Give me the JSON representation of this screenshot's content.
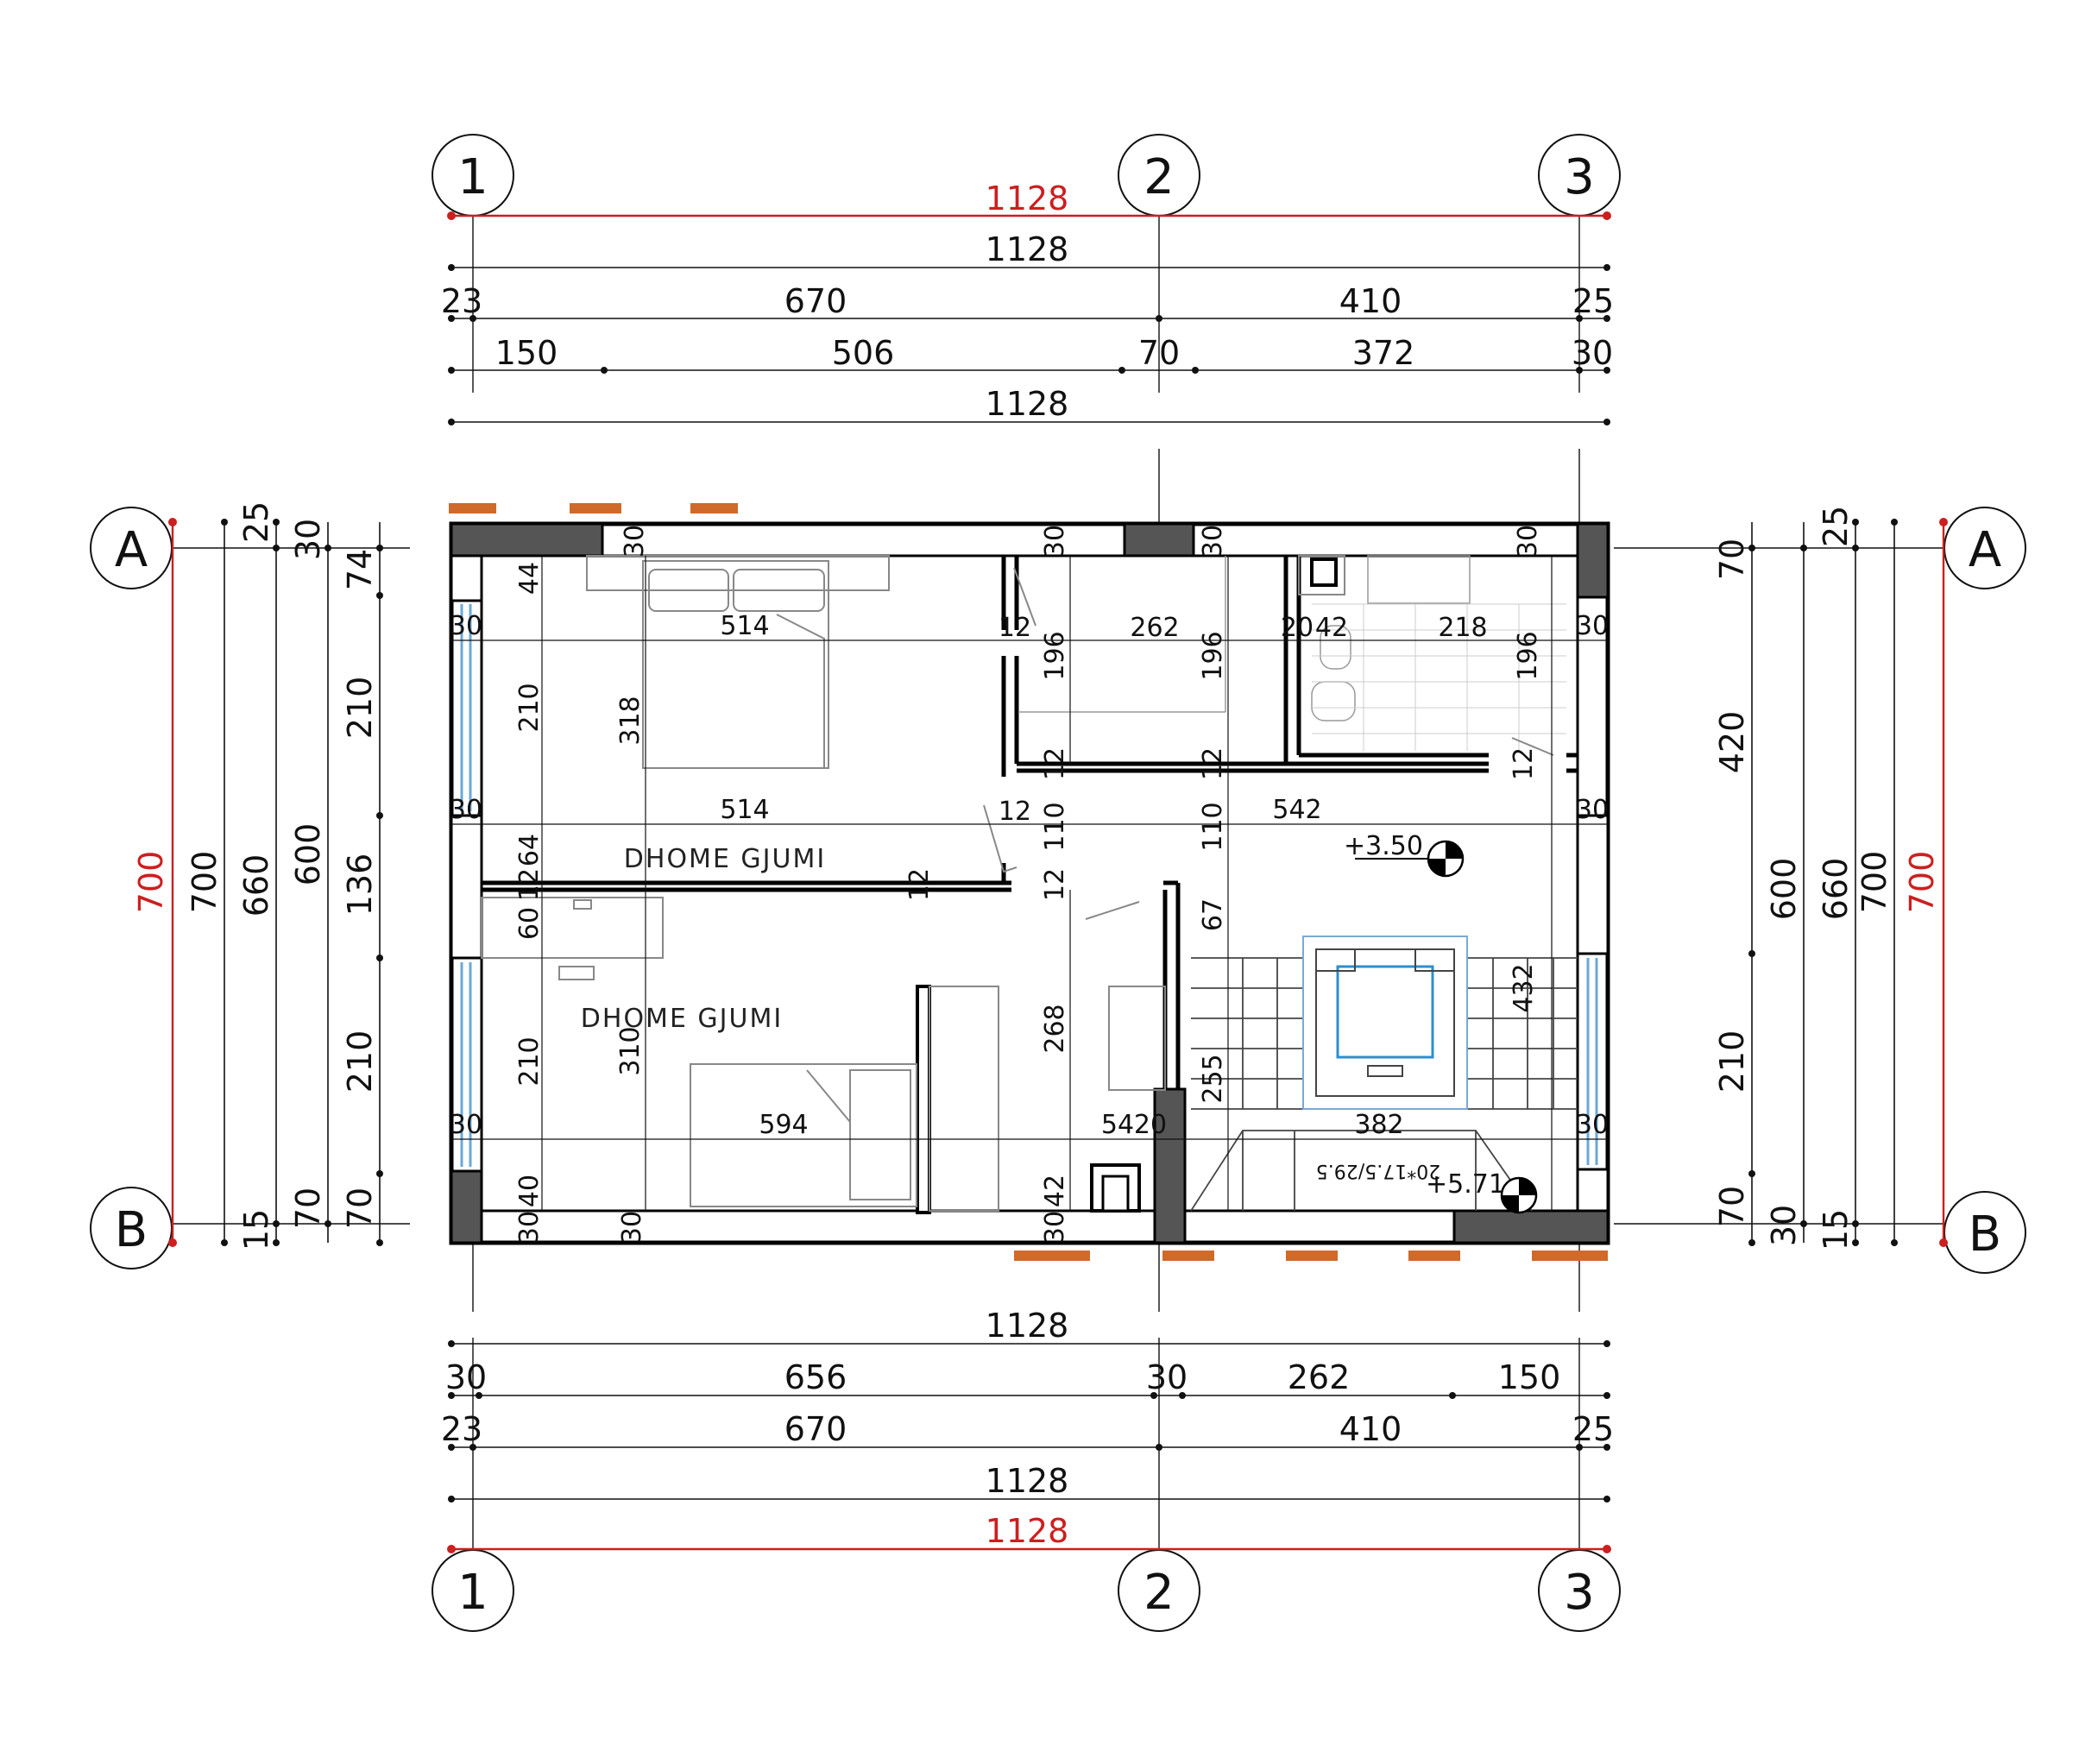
{
  "axes": {
    "columns": [
      "1",
      "2",
      "3"
    ],
    "rows": [
      "A",
      "B"
    ]
  },
  "dims_top": {
    "red_total": "1128",
    "row1_total": "1128",
    "row2": [
      "23",
      "670",
      "410",
      "25"
    ],
    "row3": [
      "150",
      "506",
      "70",
      "372",
      "30"
    ],
    "row4_total": "1128"
  },
  "dims_bottom": {
    "row1_total": "1128",
    "row2": [
      "30",
      "656",
      "30",
      "262",
      "150"
    ],
    "row3": [
      "23",
      "670",
      "410",
      "25"
    ],
    "row4_total": "1128",
    "red_total": "1128"
  },
  "dims_left": {
    "red_total": "700",
    "total": "700",
    "c660": "660",
    "c600": "600",
    "top": [
      "25",
      "30",
      "74"
    ],
    "chain": [
      "210",
      "136",
      "210",
      "70"
    ],
    "bottom": [
      "15",
      "70"
    ]
  },
  "dims_right": {
    "red_total": "700",
    "total": "700",
    "c660": "660",
    "c600": "600",
    "top": [
      "70",
      "25"
    ],
    "chain": [
      "420",
      "210",
      "70"
    ],
    "bottom": [
      "30",
      "15"
    ]
  },
  "interior": {
    "w30a": "30",
    "w30b": "30",
    "w30c": "30",
    "w30d": "30",
    "w30e": "30",
    "w30f": "30",
    "w30g": "30",
    "w30h": "30",
    "w30i": "30",
    "w30j": "30",
    "w30k": "30",
    "w30l": "30",
    "w30m": "30",
    "d44": "44",
    "d514a": "514",
    "d12a": "12",
    "d196a": "196",
    "d262": "262",
    "d196b": "196",
    "d20": "20",
    "d42a": "42",
    "d218": "218",
    "d196c": "196",
    "d210a": "210",
    "d318": "318",
    "d12b": "12",
    "d12c": "12",
    "d12d": "12",
    "d514b": "514",
    "d12e": "12",
    "d110a": "110",
    "d110b": "110",
    "d542": "542",
    "d64": "64",
    "d12f": "12",
    "d12g": "12",
    "d12h": "12",
    "d60": "60",
    "d67": "67",
    "d210b": "210",
    "d310": "310",
    "d268": "268",
    "d255": "255",
    "d432": "432",
    "d594": "594",
    "d54": "54",
    "d20b": "20",
    "d382": "382",
    "d40": "40",
    "d42b": "42"
  },
  "levels": {
    "upper": "+3.50",
    "stair": "+5.71",
    "stair_note": "20*17.5/29.5"
  },
  "rooms": {
    "room1": "DHOME GJUMI",
    "room2": "DHOME GJUMI"
  }
}
